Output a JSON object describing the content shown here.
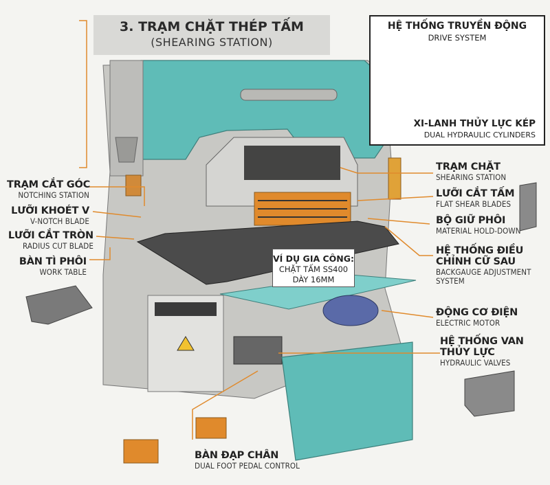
{
  "title": {
    "line1": "3. TRẠM CHẶT THÉP TẤM",
    "line2": "(SHEARING STATION)"
  },
  "drive_system": {
    "title_vi": "HỆ THỐNG TRUYỀN ĐỘNG",
    "title_en": "DRIVE SYSTEM",
    "cyl_vi": "XI-LANH THỦY LỰC KÉP",
    "cyl_en": "DUAL HYDRAULIC CYLINDERS"
  },
  "example": {
    "line1": "VÍ DỤ GIA CÔNG:",
    "line2": "CHẶT TẤM SS400",
    "line3": "DÀY 16MM"
  },
  "left_labels": [
    {
      "vi": "TRẠM CẮT GÓC",
      "en": "NOTCHING STATION"
    },
    {
      "vi": "LƯỠI KHOÉT V",
      "en": "V-NOTCH BLADE"
    },
    {
      "vi": "LƯỠI CẮT TRÒN",
      "en": "RADIUS CUT BLADE"
    },
    {
      "vi": "BÀN TÌ PHÔI",
      "en": "WORK TABLE"
    }
  ],
  "right_labels": [
    {
      "vi": "TRẠM CHẶT",
      "en": "SHEARING STATION"
    },
    {
      "vi": "LƯỠI CẮT TẤM",
      "en": "FLAT SHEAR BLADES"
    },
    {
      "vi": "BỘ GIỮ PHÔI",
      "en": "MATERIAL HOLD-DOWN"
    },
    {
      "vi": "HỆ THỐNG ĐIỀU",
      "vi2": "CHỈNH CỮ SAU",
      "en": "BACKGAUGE ADJUSTMENT",
      "en2": "SYSTEM"
    },
    {
      "vi": "ĐỘNG CƠ ĐIỆN",
      "en": "ELECTRIC MOTOR"
    },
    {
      "vi": "HỆ THỐNG VAN",
      "vi2": "THỦY LỰC",
      "en": "HYDRAULIC VALVES"
    }
  ],
  "bottom_label": {
    "vi": "BÀN ĐẠP CHÂN",
    "en": "DUAL FOOT PEDAL CONTROL"
  },
  "colors": {
    "machine_teal": "#5fbcb7",
    "machine_grey": "#c9c9c6",
    "callout_orange": "#e08a2c",
    "background": "#f4f4f1"
  }
}
